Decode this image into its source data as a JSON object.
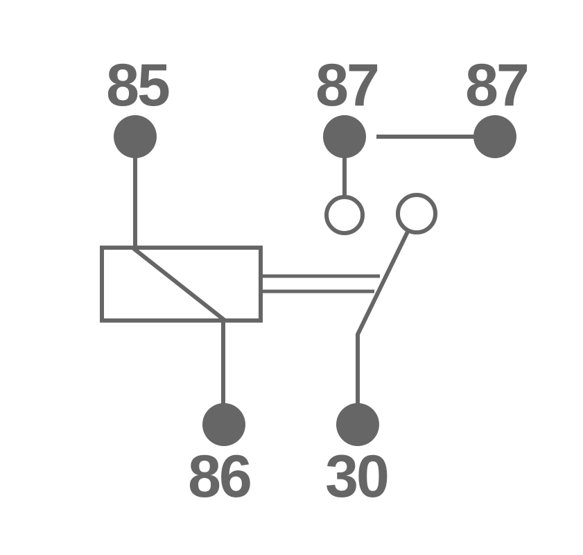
{
  "diagram": {
    "colors": {
      "stroke": "#666666",
      "background": "#ffffff"
    },
    "pins": {
      "p85": "85",
      "p86": "86",
      "p87_left": "87",
      "p87_right": "87",
      "p30": "30"
    }
  }
}
